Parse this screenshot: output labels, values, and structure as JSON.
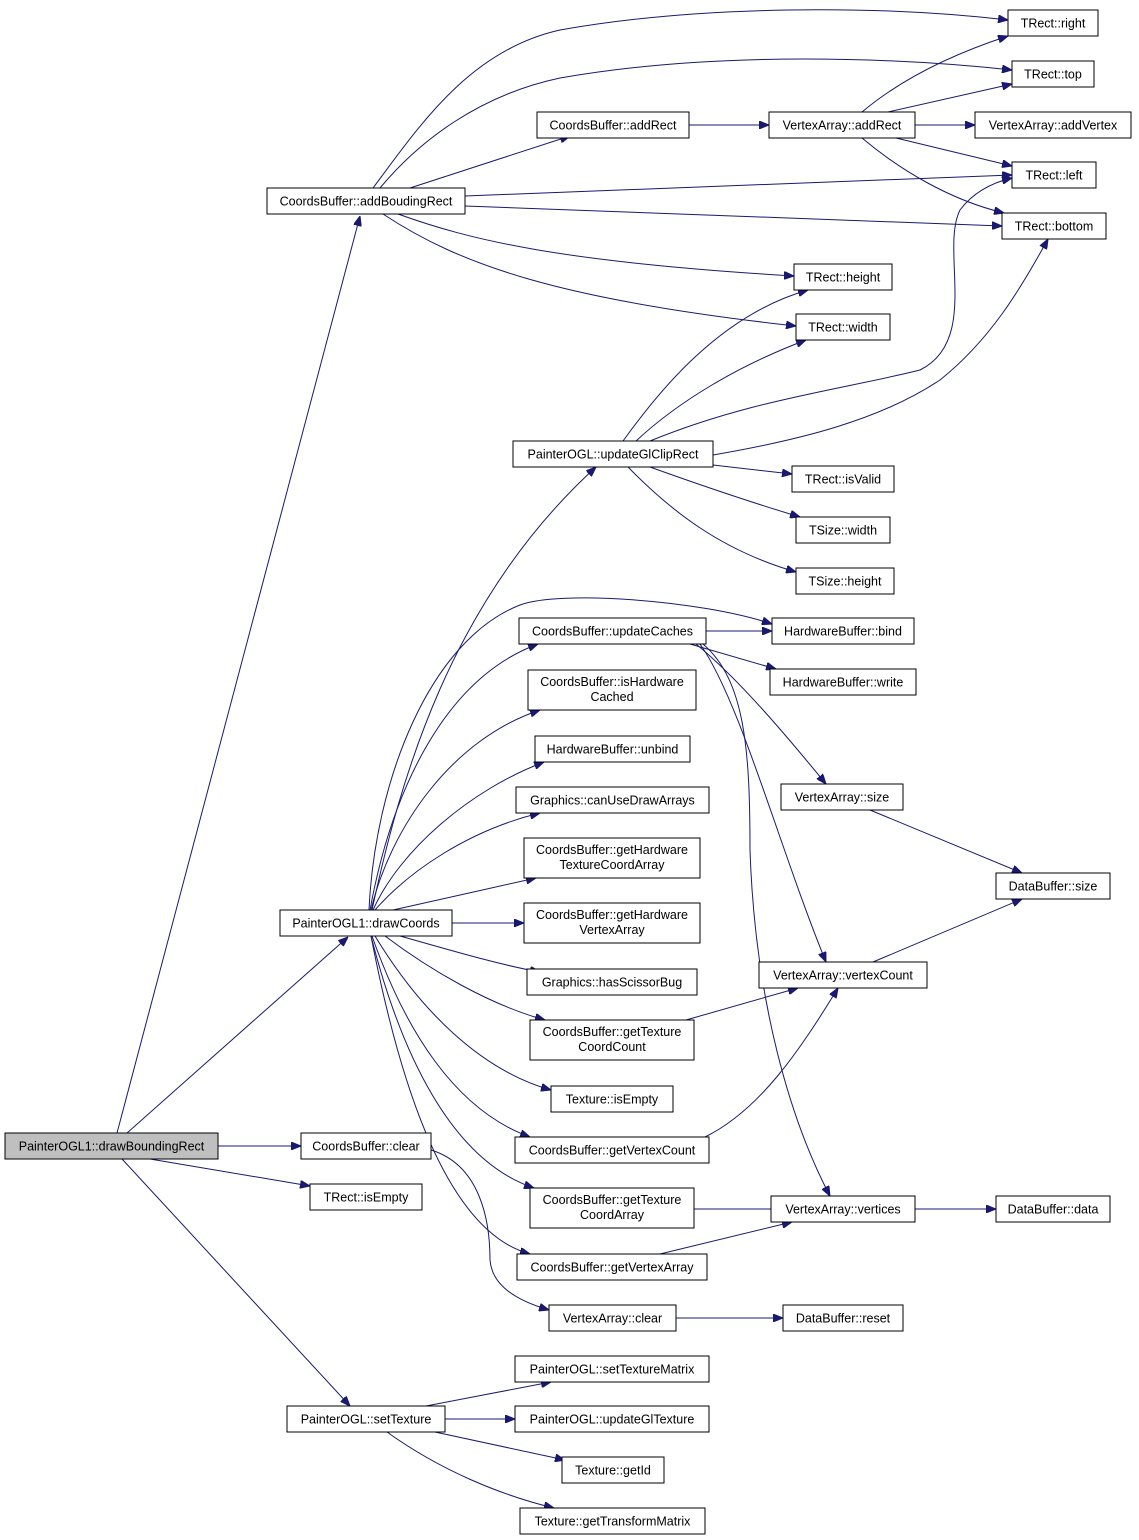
{
  "graph": {
    "colors": {
      "edge": "#191970",
      "root_fill": "#bfbfbf",
      "node_fill": "#ffffff",
      "border": "#000000"
    },
    "nodes": [
      {
        "id": "root",
        "lines": [
          "PainterOGL1::drawBoundingRect"
        ]
      },
      {
        "id": "cb_addBR",
        "lines": [
          "CoordsBuffer::addBoudingRect"
        ]
      },
      {
        "id": "po1_drawCoords",
        "lines": [
          "PainterOGL1::drawCoords"
        ]
      },
      {
        "id": "cb_clear",
        "lines": [
          "CoordsBuffer::clear"
        ]
      },
      {
        "id": "tr_isEmpty",
        "lines": [
          "TRect::isEmpty"
        ]
      },
      {
        "id": "po_setTexture",
        "lines": [
          "PainterOGL::setTexture"
        ]
      },
      {
        "id": "tr_right",
        "lines": [
          "TRect::right"
        ]
      },
      {
        "id": "tr_top",
        "lines": [
          "TRect::top"
        ]
      },
      {
        "id": "cb_addRect",
        "lines": [
          "CoordsBuffer::addRect"
        ]
      },
      {
        "id": "va_addRect",
        "lines": [
          "VertexArray::addRect"
        ]
      },
      {
        "id": "va_addVertex",
        "lines": [
          "VertexArray::addVertex"
        ]
      },
      {
        "id": "tr_left",
        "lines": [
          "TRect::left"
        ]
      },
      {
        "id": "tr_bottom",
        "lines": [
          "TRect::bottom"
        ]
      },
      {
        "id": "tr_height",
        "lines": [
          "TRect::height"
        ]
      },
      {
        "id": "tr_width",
        "lines": [
          "TRect::width"
        ]
      },
      {
        "id": "po_updGlClip",
        "lines": [
          "PainterOGL::updateGlClipRect"
        ]
      },
      {
        "id": "tr_isValid",
        "lines": [
          "TRect::isValid"
        ]
      },
      {
        "id": "ts_width",
        "lines": [
          "TSize::width"
        ]
      },
      {
        "id": "ts_height",
        "lines": [
          "TSize::height"
        ]
      },
      {
        "id": "cb_updCaches",
        "lines": [
          "CoordsBuffer::updateCaches"
        ]
      },
      {
        "id": "hb_bind",
        "lines": [
          "HardwareBuffer::bind"
        ]
      },
      {
        "id": "hb_write",
        "lines": [
          "HardwareBuffer::write"
        ]
      },
      {
        "id": "cb_isHwCached",
        "lines": [
          "CoordsBuffer::isHardware",
          "Cached"
        ]
      },
      {
        "id": "hb_unbind",
        "lines": [
          "HardwareBuffer::unbind"
        ]
      },
      {
        "id": "va_size",
        "lines": [
          "VertexArray::size"
        ]
      },
      {
        "id": "g_canUse",
        "lines": [
          "Graphics::canUseDrawArrays"
        ]
      },
      {
        "id": "cb_getHwTCA",
        "lines": [
          "CoordsBuffer::getHardware",
          "TextureCoordArray"
        ]
      },
      {
        "id": "db_size",
        "lines": [
          "DataBuffer::size"
        ]
      },
      {
        "id": "cb_getHwVA",
        "lines": [
          "CoordsBuffer::getHardware",
          "VertexArray"
        ]
      },
      {
        "id": "va_vertexCount",
        "lines": [
          "VertexArray::vertexCount"
        ]
      },
      {
        "id": "g_hasScissor",
        "lines": [
          "Graphics::hasScissorBug"
        ]
      },
      {
        "id": "cb_getTCC",
        "lines": [
          "CoordsBuffer::getTexture",
          "CoordCount"
        ]
      },
      {
        "id": "tex_isEmpty",
        "lines": [
          "Texture::isEmpty"
        ]
      },
      {
        "id": "cb_getVC",
        "lines": [
          "CoordsBuffer::getVertexCount"
        ]
      },
      {
        "id": "cb_getTCA",
        "lines": [
          "CoordsBuffer::getTexture",
          "CoordArray"
        ]
      },
      {
        "id": "va_vertices",
        "lines": [
          "VertexArray::vertices"
        ]
      },
      {
        "id": "db_data",
        "lines": [
          "DataBuffer::data"
        ]
      },
      {
        "id": "cb_getVA",
        "lines": [
          "CoordsBuffer::getVertexArray"
        ]
      },
      {
        "id": "va_clear",
        "lines": [
          "VertexArray::clear"
        ]
      },
      {
        "id": "db_reset",
        "lines": [
          "DataBuffer::reset"
        ]
      },
      {
        "id": "po_setTexMatrix",
        "lines": [
          "PainterOGL::setTextureMatrix"
        ]
      },
      {
        "id": "po_updGlTex",
        "lines": [
          "PainterOGL::updateGlTexture"
        ]
      },
      {
        "id": "tex_getId",
        "lines": [
          "Texture::getId"
        ]
      },
      {
        "id": "tex_getTM",
        "lines": [
          "Texture::getTransformMatrix"
        ]
      }
    ]
  }
}
